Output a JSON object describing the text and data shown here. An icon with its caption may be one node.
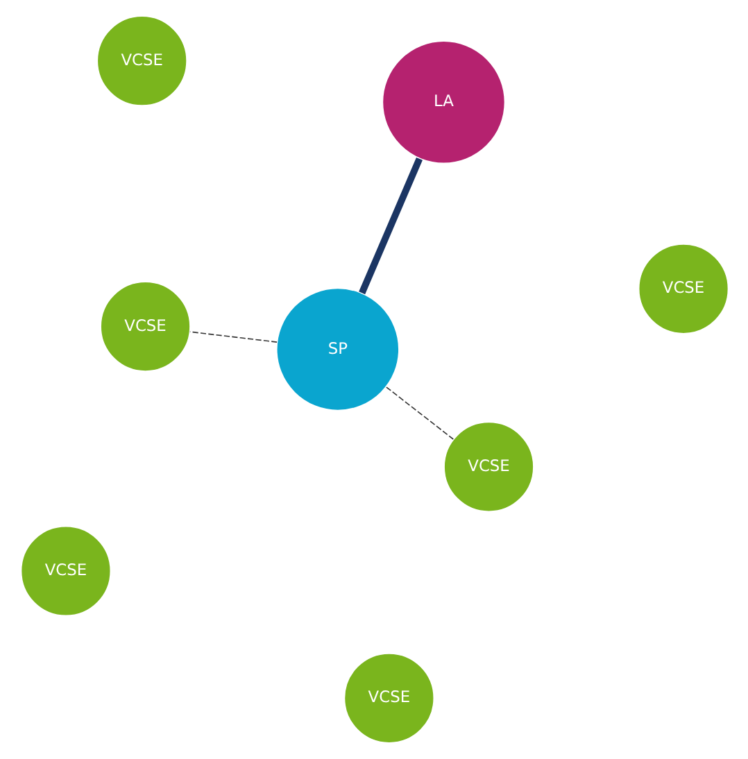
{
  "diagram": {
    "nodes": [
      {
        "text": [
          "VCSE"
        ]
      },
      {
        "text": [
          "VCSE"
        ]
      },
      {
        "text": [
          "VCSE"
        ]
      },
      {
        "text": [
          "SP"
        ]
      },
      {
        "text": [
          "LA"
        ]
      },
      {
        "text": [
          "VCSE"
        ]
      },
      {
        "text": [
          "VCSE"
        ]
      },
      {
        "text": [
          "VCSE"
        ]
      }
    ],
    "edges": [
      {
        "from": 3,
        "to": 0,
        "arrow": "none",
        "style": "dashed"
      },
      {
        "from": 3,
        "to": 4,
        "arrow": "none",
        "style": "thick",
        "color": "#1b3563"
      },
      {
        "from": 3,
        "to": 7,
        "arrow": "none",
        "style": "dashed"
      }
    ]
  }
}
